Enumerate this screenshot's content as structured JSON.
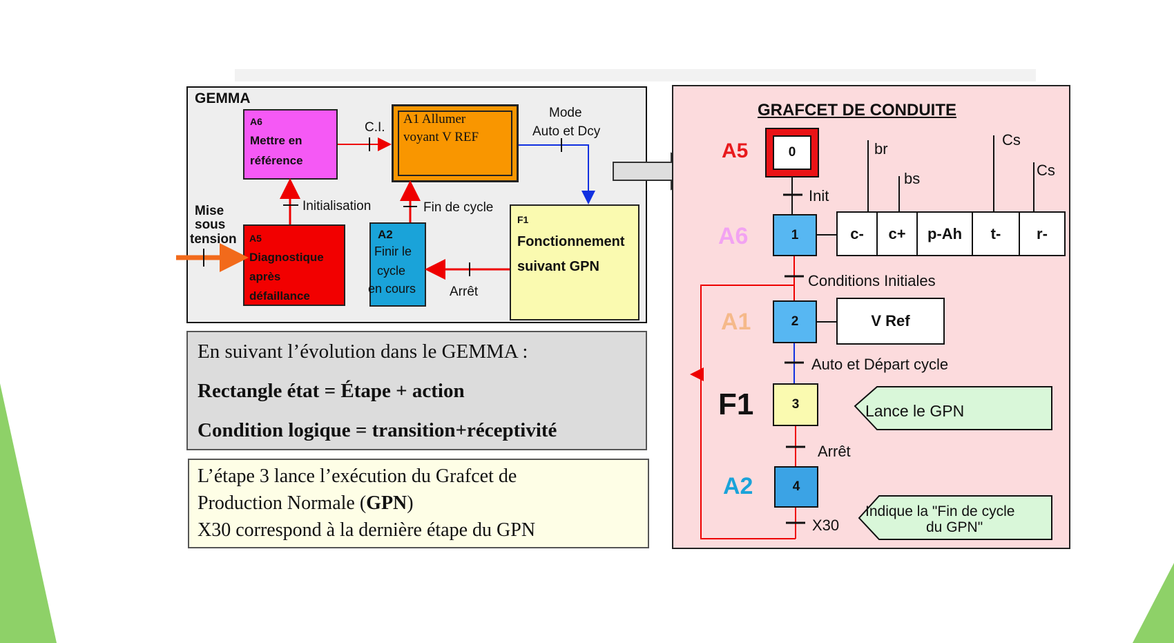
{
  "slide": {
    "colors": {
      "accent_green": "#8ed168",
      "gemma_bg": "#eeeeee",
      "grafcet_bg": "#fcdbdd"
    }
  },
  "gemma": {
    "title": "GEMMA",
    "a6": {
      "code": "A6",
      "line1": "Mettre en",
      "line2": "référence",
      "color": "#f559f5"
    },
    "a1": {
      "line1": "A1  Allumer",
      "line2": "voyant V REF",
      "color": "#f99600"
    },
    "a5": {
      "code": "A5",
      "line1": "Diagnostique",
      "line2": "après",
      "line3": "défaillance",
      "color": "#f20000"
    },
    "a2": {
      "code": "A2",
      "line1": "Finir le",
      "line2": "cycle",
      "line3": "en cours",
      "color": "#1aa3d9"
    },
    "f1": {
      "code": "F1",
      "line1": "Fonctionnement",
      "line2": "suivant GPN",
      "color": "#fafab0"
    },
    "labels": {
      "ci": "C.I.",
      "mode1": "Mode",
      "mode2": "Auto et Dcy",
      "init": "Initialisation",
      "fin_cycle": "Fin de cycle",
      "arret": "Arrêt",
      "mise1": "Mise",
      "mise2": "sous",
      "mise3": "tension"
    }
  },
  "text1": {
    "line1": "En suivant l’évolution dans le GEMMA :",
    "line2": "Rectangle état = Étape + action",
    "line3": "Condition logique = transition+réceptivité"
  },
  "text2": {
    "line1": "L’étape 3 lance l’exécution du Grafcet de",
    "line2_pre": "Production Normale (",
    "line2_bold": "GPN",
    "line2_post": ")",
    "line3": "X30 correspond à la dernière étape du GPN"
  },
  "grafcet": {
    "title": "GRAFCET DE CONDUITE",
    "row_labels": {
      "a5": "A5",
      "a6": "A6",
      "a1": "A1",
      "f1": "F1",
      "a2": "A2"
    },
    "row_colors": {
      "a5": "#e8191c",
      "a6": "#f2a3f2",
      "a1": "#f5b98a",
      "f1": "#111111",
      "a2": "#1aa3d9"
    },
    "steps": {
      "s0": "0",
      "s1": "1",
      "s2": "2",
      "s3": "3",
      "s4": "4"
    },
    "actions_step1": [
      "c-",
      "c+",
      "p-Ah",
      "t-",
      "r-"
    ],
    "conditions": {
      "br": "br",
      "bs": "bs",
      "cs1": "Cs",
      "cs2": "Cs"
    },
    "action_step2": "V Ref",
    "transitions": {
      "t01": "Init",
      "t12": "Conditions Initiales",
      "t23": "Auto et Départ cycle",
      "t34": "Arrêt",
      "t40": "X30"
    },
    "comment_step3": "Lance le GPN",
    "comment_step4_line1": "Indique la \"Fin de cycle",
    "comment_step4_line2": "du GPN\""
  }
}
